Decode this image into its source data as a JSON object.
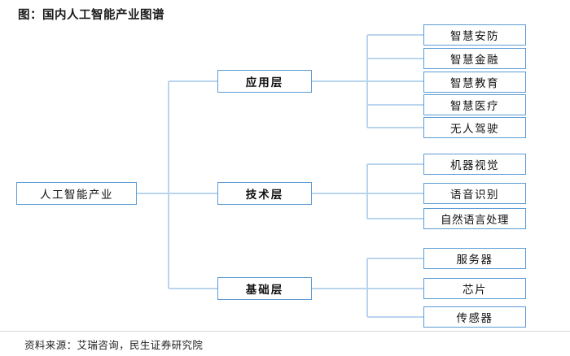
{
  "title": "图：国内人工智能产业图谱",
  "footer": {
    "source": "资料来源：艾瑞咨询，民生证券研究院"
  },
  "colors": {
    "box_border": "#5b9bd5",
    "connector": "#b9d5ee",
    "title_text": "#1a1a1a",
    "background": "#ffffff",
    "rule": "#d8d8d8"
  },
  "diagram": {
    "type": "tree",
    "root": {
      "label": "人工智能产业"
    },
    "branches": [
      {
        "label": "应用层",
        "children": [
          {
            "label": "智慧安防"
          },
          {
            "label": "智慧金融"
          },
          {
            "label": "智慧教育"
          },
          {
            "label": "智慧医疗"
          },
          {
            "label": "无人驾驶"
          }
        ]
      },
      {
        "label": "技术层",
        "children": [
          {
            "label": "机器视觉"
          },
          {
            "label": "语音识别"
          },
          {
            "label": "自然语言处理"
          }
        ]
      },
      {
        "label": "基础层",
        "children": [
          {
            "label": "服务器"
          },
          {
            "label": "芯片"
          },
          {
            "label": "传感器"
          }
        ]
      }
    ]
  }
}
